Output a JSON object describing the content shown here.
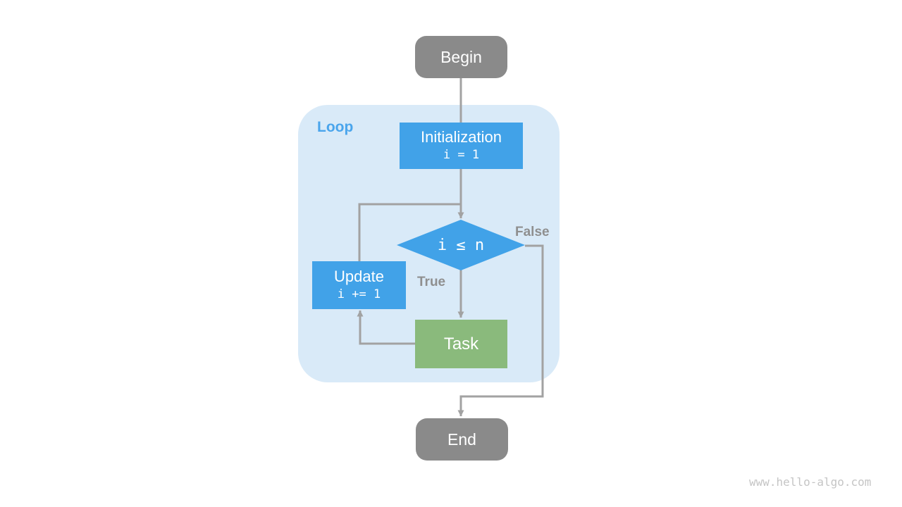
{
  "diagram": {
    "loop_label": "Loop",
    "nodes": {
      "begin": {
        "label": "Begin"
      },
      "init": {
        "title": "Initialization",
        "code": "i = 1"
      },
      "condition": {
        "label": "i ≤ n"
      },
      "update": {
        "title": "Update",
        "code": "i += 1"
      },
      "task": {
        "label": "Task"
      },
      "end": {
        "label": "End"
      }
    },
    "edge_labels": {
      "true": "True",
      "false": "False"
    },
    "watermark": "www.hello-algo.com",
    "colors": {
      "node_blue": "#41A2E8",
      "node_green": "#8ABA7C",
      "node_gray": "#8A8A8A",
      "loop_bg": "#D9EAF8",
      "loop_label_color": "#4AA5EC",
      "arrow": "#A2A2A2",
      "edge_label_color": "#8F8F8F",
      "node_text_color": "#FFFFFF",
      "watermark_color": "#C5C5C5"
    }
  }
}
